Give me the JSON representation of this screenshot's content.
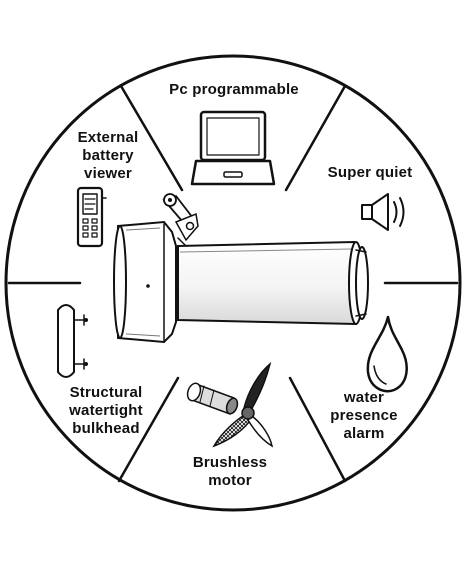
{
  "labels": {
    "pc": "Pc programmable",
    "external_1": "External",
    "external_2": "battery",
    "external_3": "viewer",
    "quiet": "Super quiet",
    "water_1": "water",
    "water_2": "presence",
    "water_3": "alarm",
    "brushless_1": "Brushless",
    "brushless_2": "motor",
    "structural_1": "Structural",
    "structural_2": "watertight",
    "structural_3": "bulkhead"
  },
  "colors": {
    "line": "#111111",
    "background": "#ffffff"
  },
  "icons": [
    "laptop-icon",
    "battery-viewer-icon",
    "speaker-icon",
    "water-drop-icon",
    "motor-propeller-icon",
    "bulkhead-icon",
    "thruster-icon"
  ]
}
